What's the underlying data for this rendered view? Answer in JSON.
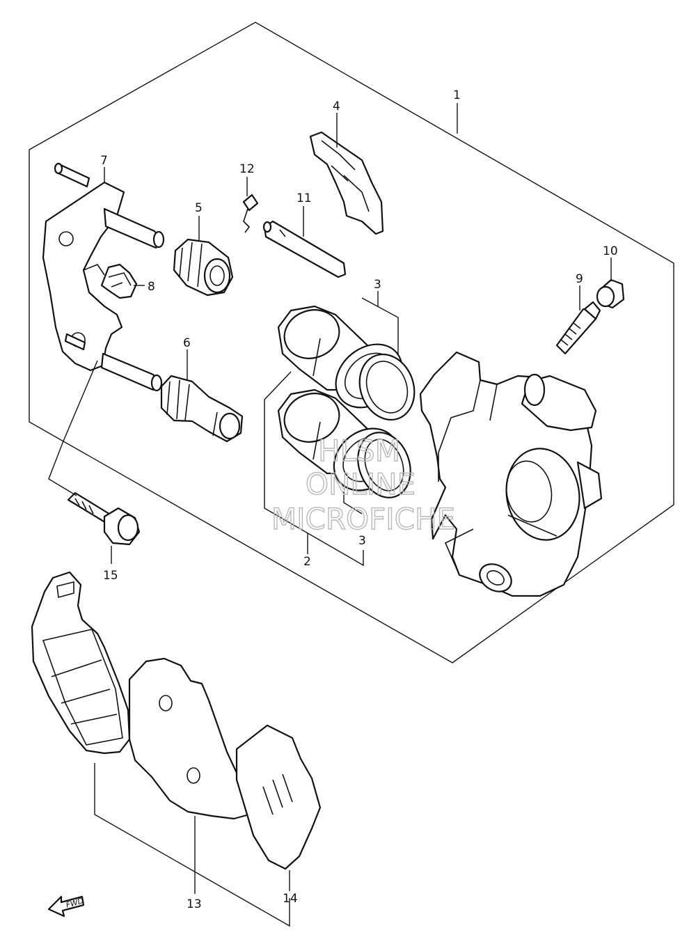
{
  "callouts": [
    {
      "id": "1",
      "label": "1",
      "part": "caliper-assembly"
    },
    {
      "id": "2",
      "label": "2",
      "part": "piston-set"
    },
    {
      "id": "3a",
      "label": "3",
      "part": "piston-seal-set"
    },
    {
      "id": "3b",
      "label": "3",
      "part": "piston-seal-set"
    },
    {
      "id": "4",
      "label": "4",
      "part": "pad-spring"
    },
    {
      "id": "5",
      "label": "5",
      "part": "boot"
    },
    {
      "id": "6",
      "label": "6",
      "part": "slide-pin-boot"
    },
    {
      "id": "7",
      "label": "7",
      "part": "caliper-holder"
    },
    {
      "id": "8",
      "label": "8",
      "part": "holder-clip"
    },
    {
      "id": "9",
      "label": "9",
      "part": "bleeder-valve"
    },
    {
      "id": "10",
      "label": "10",
      "part": "bleeder-cap"
    },
    {
      "id": "11",
      "label": "11",
      "part": "pad-pin"
    },
    {
      "id": "12",
      "label": "12",
      "part": "pin-clip"
    },
    {
      "id": "13",
      "label": "13",
      "part": "brake-pad-set"
    },
    {
      "id": "14",
      "label": "14",
      "part": "pad-shim"
    },
    {
      "id": "15",
      "label": "15",
      "part": "caliper-bolt"
    }
  ],
  "watermark": {
    "line1": "HLSM",
    "line2": "ONLINE",
    "line3": "MICROFICHE"
  },
  "direction_marker": {
    "label": "FWD",
    "icon": "forward-arrow-icon"
  }
}
